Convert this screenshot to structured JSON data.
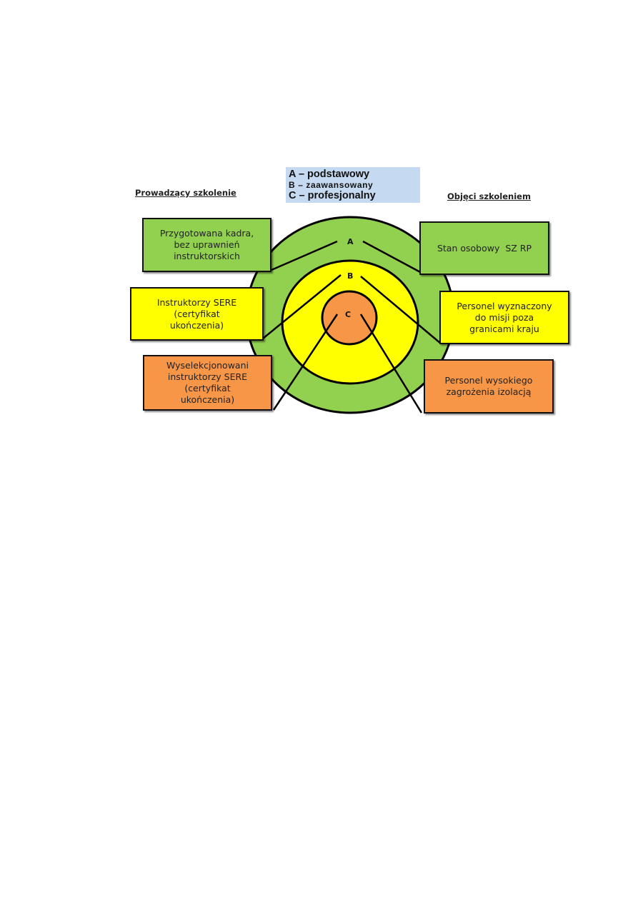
{
  "legend": {
    "items": [
      {
        "key": "A",
        "label": "A – podstawowy"
      },
      {
        "key": "B",
        "label": "B – zaawansowany"
      },
      {
        "key": "C",
        "label": "C – profesjonalny"
      }
    ]
  },
  "headings": {
    "left": "Prowadzący szkolenie",
    "right": "Objęci szkoleniem"
  },
  "rings": {
    "A": {
      "label": "A",
      "color": "#92d050"
    },
    "B": {
      "label": "B",
      "color": "#ffff00"
    },
    "C": {
      "label": "C",
      "color": "#f79646"
    }
  },
  "left_boxes": [
    {
      "level": "A",
      "color": "#92d050",
      "lines": [
        "Przygotowana kadra,",
        "bez uprawnień",
        "instruktorskich"
      ]
    },
    {
      "level": "B",
      "color": "#ffff00",
      "lines": [
        "Instruktorzy SERE",
        "(certyfikat",
        "ukończenia)"
      ]
    },
    {
      "level": "C",
      "color": "#f79646",
      "lines": [
        "Wyselekcjonowani",
        "instruktorzy SERE",
        "(certyfikat",
        "ukończenia)"
      ]
    }
  ],
  "right_boxes": [
    {
      "level": "A",
      "color": "#92d050",
      "lines": [
        "Stan osobowy  SZ RP"
      ]
    },
    {
      "level": "B",
      "color": "#ffff00",
      "lines": [
        "Personel wyznaczony",
        "do misji poza",
        "granicami kraju"
      ]
    },
    {
      "level": "C",
      "color": "#f79646",
      "lines": [
        "Personel wysokiego",
        "zagrożenia izolacją"
      ]
    }
  ]
}
